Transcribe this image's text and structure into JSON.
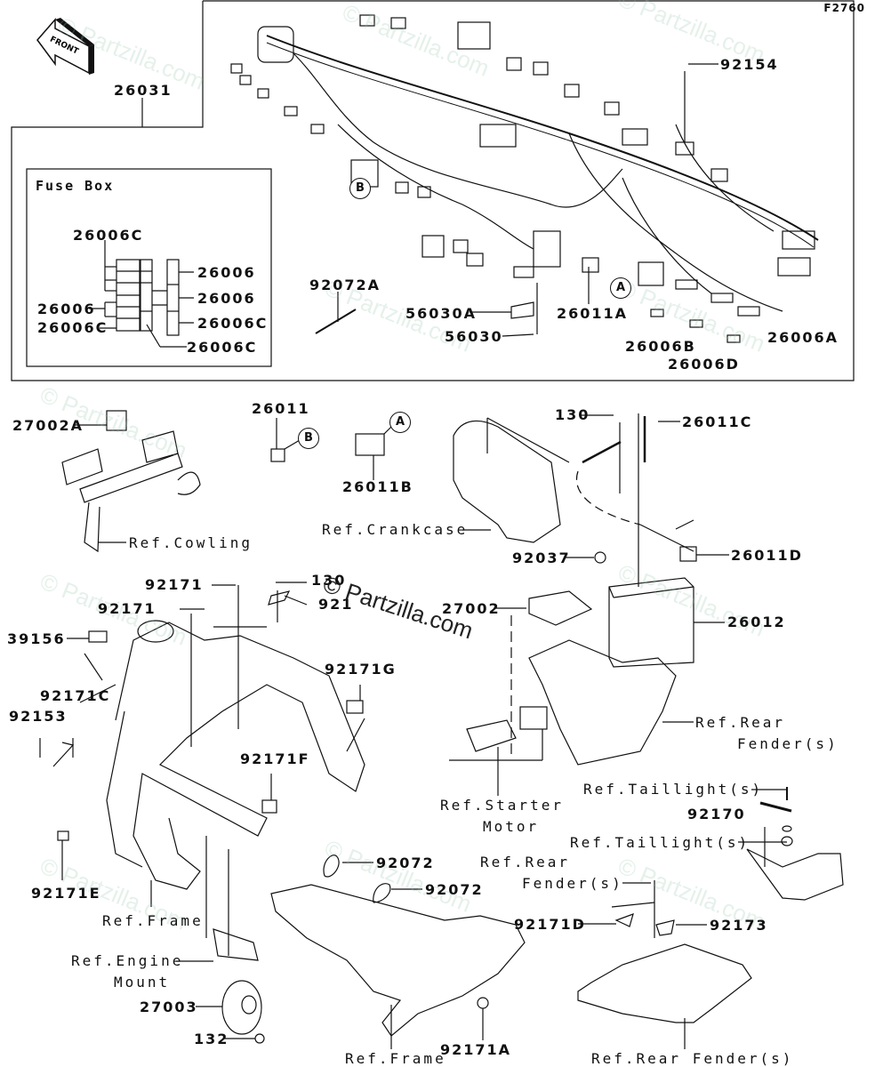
{
  "diagram": {
    "code": "F2760",
    "front_label": "FRONT",
    "fuse_box_title": "Fuse Box",
    "watermark": "© Partzilla.com",
    "ref_markers": [
      "A",
      "B"
    ],
    "parts": {
      "p26031": "26031",
      "p92154": "92154",
      "p92072A": "92072A",
      "p56030A": "56030A",
      "p56030": "56030",
      "p26011A": "26011A",
      "p26006B": "26006B",
      "p26006D": "26006D",
      "p26006A": "26006A",
      "fuse_26006C_top": "26006C",
      "fuse_26006_left": "26006",
      "fuse_26006C_left": "26006C",
      "fuse_26006_r1": "26006",
      "fuse_26006_r2": "26006",
      "fuse_26006C_r3": "26006C",
      "fuse_26006C_bottom": "26006C",
      "p27002A": "27002A",
      "p26011": "26011",
      "p26011B": "26011B",
      "p130_top": "130",
      "p26011C": "26011C",
      "p92037": "92037",
      "p26011D": "26011D",
      "p27002": "27002",
      "p26012": "26012",
      "p92171_a": "92171",
      "p92171_b": "92171",
      "p130_mid": "130",
      "p921_hidden": "921",
      "p39156": "39156",
      "p92171C": "92171C",
      "p92153": "92153",
      "p92171G": "92171G",
      "p92171F": "92171F",
      "p92171E": "92171E",
      "p92170": "92170",
      "p92072_a": "92072",
      "p92072_b": "92072",
      "p92171D": "92171D",
      "p92173": "92173",
      "p27003": "27003",
      "p132": "132",
      "p92171A": "92171A"
    },
    "refs": {
      "cowling": "Ref.Cowling",
      "crankcase": "Ref.Crankcase",
      "rear_fender_1a": "Ref.Rear",
      "rear_fender_1b": "Fender(s)",
      "starter_a": "Ref.Starter",
      "starter_b": "Motor",
      "taillight_1": "Ref.Taillight(s)",
      "taillight_2": "Ref.Taillight(s)",
      "rear_fender_2a": "Ref.Rear",
      "rear_fender_2b": "Fender(s)",
      "frame_1": "Ref.Frame",
      "engine_mount_a": "Ref.Engine",
      "engine_mount_b": "Mount",
      "frame_2": "Ref.Frame",
      "rear_fender_3": "Ref.Rear Fender(s)"
    }
  }
}
